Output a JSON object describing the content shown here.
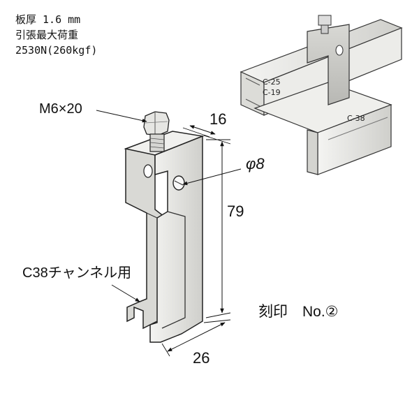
{
  "specs": {
    "thickness": "板厚 1.6 mm",
    "load_title": "引張最大荷重",
    "load_value": "2530N(260kgf)"
  },
  "labels": {
    "bolt": "M6×20",
    "dim_top": "16",
    "hole": "φ8",
    "dim_height": "79",
    "channel": "C38チャンネル用",
    "dim_bottom": "26",
    "stamp": "刻印　No.②"
  },
  "channel_labels": {
    "c25": "C-25",
    "c19": "C-19",
    "c38": "C-38"
  }
}
